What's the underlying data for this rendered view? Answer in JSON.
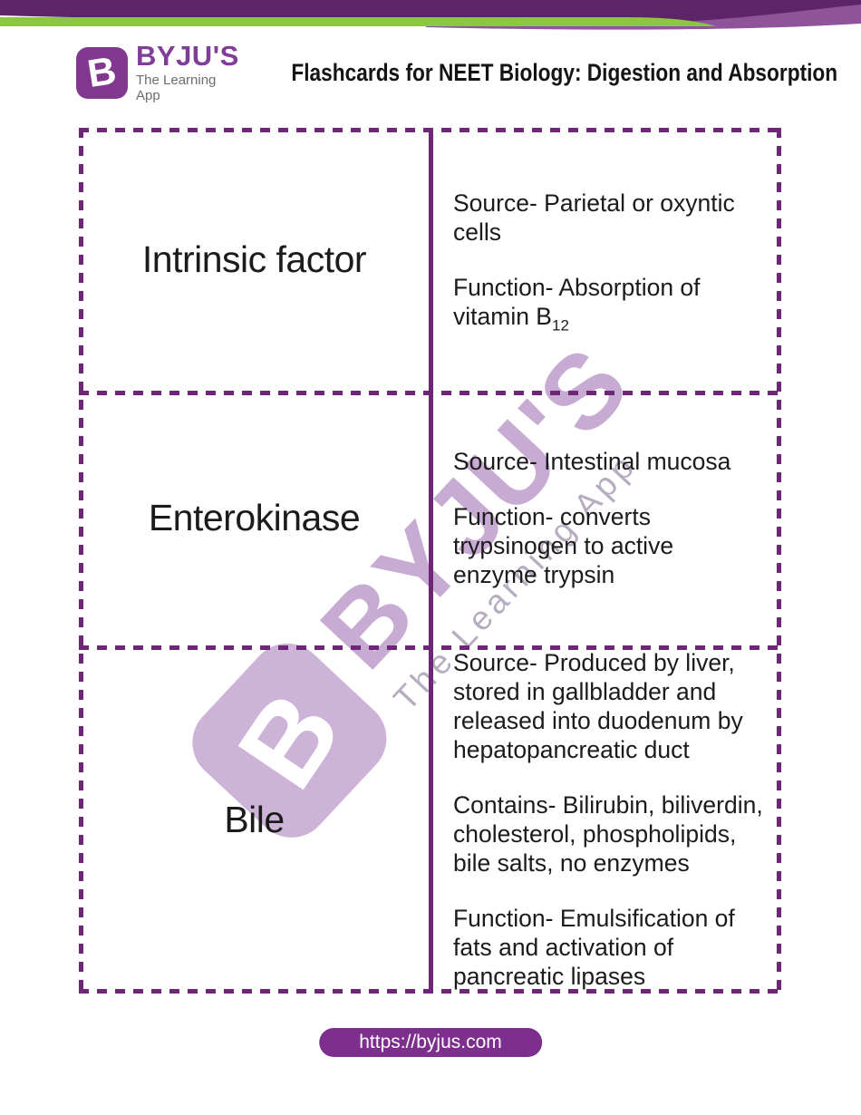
{
  "header": {
    "logo": {
      "badge_letter": "B",
      "brand": "BYJU'S",
      "tagline": "The Learning App"
    },
    "title": "Flashcards for NEET Biology: Digestion and Absorption"
  },
  "colors": {
    "brand_purple": "#7f3f97",
    "header_dark_band": "#5e2468",
    "header_light_band": "#8e5399",
    "header_green_band": "#8dc63f",
    "table_border_purple": "#6d2776",
    "footer_pill_purple": "#7d2f8d"
  },
  "cards": [
    {
      "term": "Intrinsic factor",
      "definitions": [
        {
          "text": "Source- Parietal or oxyntic\ncells"
        },
        {
          "text": "Function- Absorption of\nvitamin B",
          "sub": "12"
        }
      ]
    },
    {
      "term": "Enterokinase",
      "definitions": [
        {
          "text": "Source- Intestinal mucosa"
        },
        {
          "text": "Function- converts\ntrypsinogen to active\nenzyme trypsin"
        }
      ]
    },
    {
      "term": "Bile",
      "definitions": [
        {
          "text": "Source- Produced by liver,\nstored in gallbladder and\nreleased into duodenum by\nhepatopancreatic duct"
        },
        {
          "text": "Contains- Bilirubin, biliverdin,\ncholesterol, phospholipids,\nbile salts, no enzymes"
        },
        {
          "text": "Function- Emulsification of\nfats and activation of\npancreatic lipases"
        }
      ]
    }
  ],
  "watermark": {
    "badge_letter": "B",
    "brand": "BYJU'S",
    "tagline": "The Learning App"
  },
  "footer": {
    "url": "https://byjus.com"
  }
}
